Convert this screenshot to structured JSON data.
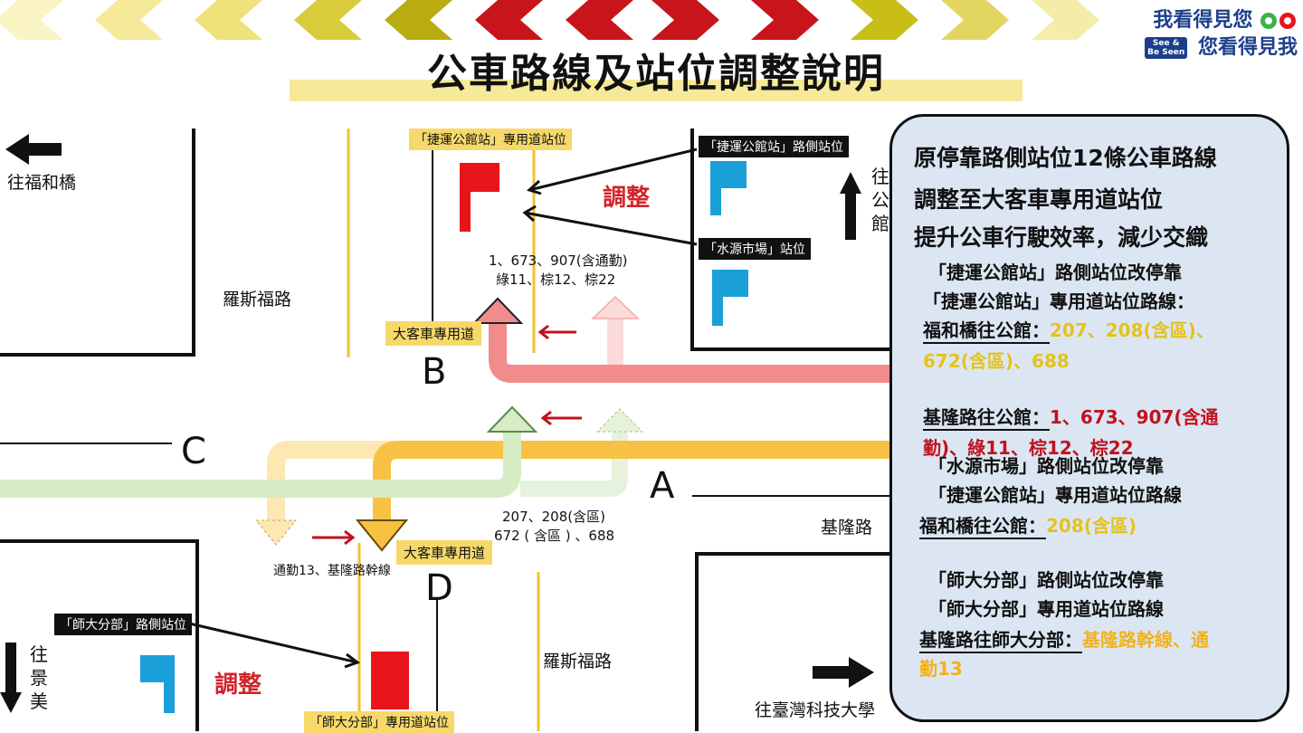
{
  "header": {
    "title": "公車路線及站位調整說明",
    "logo_line1": "我看得見您",
    "logo_line2": "您看得見我",
    "logo_badge_top": "See &",
    "logo_badge_bottom": "Be Seen"
  },
  "map": {
    "to_fuhe_bridge": "往福和橋",
    "roosevelt_rd_upper": "羅斯福路",
    "roosevelt_rd_lower": "羅斯福路",
    "jilong_rd": "基隆路",
    "to_gongguan": "往公館",
    "to_jingmei": "往景美",
    "to_ntust": "往臺灣科技大學",
    "stop_gongguan_busway": "「捷運公館站」專用道站位",
    "stop_gongguan_roadside": "「捷運公館站」路側站位",
    "stop_shuiyuan_market": "「水源市場」站位",
    "stop_shida_roadside": "「師大分部」路側站位",
    "stop_shida_busway": "「師大分部」專用道站位",
    "busway_label_b": "大客車專用道",
    "busway_label_d": "大客車專用道",
    "adjust_upper": "調整",
    "adjust_lower": "調整",
    "routes_red_line1": "1、673、907(含通勤)",
    "routes_red_line2": "綠11、棕12、棕22",
    "routes_yellow_line1": "207、208(含區)",
    "routes_yellow_line2": "672 ( 含區 ) 、688",
    "routes_orange": "通勤13、基隆路幹線",
    "letter_a": "A",
    "letter_b": "B",
    "letter_c": "C",
    "letter_d": "D"
  },
  "panel": {
    "head1": "原停靠路側站位12條公車路線",
    "head2": "調整至大客車專用道站位",
    "head3": "提升公車行駛效率，減少交織",
    "s1_line1": "「捷運公館站」路側站位改停靠",
    "s1_line2": "「捷運公館站」專用道站位路線：",
    "s1_dir1": "福和橋往公館：",
    "s1_routes1a": "207、208(含區)、",
    "s1_routes1b": "672(含區)、688",
    "s1_dir2": "基隆路往公館：",
    "s1_routes2a": "1、673、907(含通",
    "s1_routes2b": "勤)、綠11、棕12、棕22",
    "s2_line1": "「水源市場」路側站位改停靠",
    "s2_line2": "「捷運公館站」專用道站位路線",
    "s2_dir": "福和橋往公館：",
    "s2_routes": "208(含區)",
    "s3_line1": "「師大分部」路側站位改停靠",
    "s3_line2": "「師大分部」專用道站位路線",
    "s3_dir": "基隆路往師大分部：",
    "s3_routes_a": "基隆路幹線、通",
    "s3_routes_b": "勤13"
  },
  "colors": {
    "red_route": "#f28c8c",
    "yellow_route": "#f7c244",
    "green_route": "#d6ecc4",
    "flag_red": "#e8151b",
    "flag_blue": "#1b9fd9",
    "panel_bg": "#dce6f3"
  }
}
